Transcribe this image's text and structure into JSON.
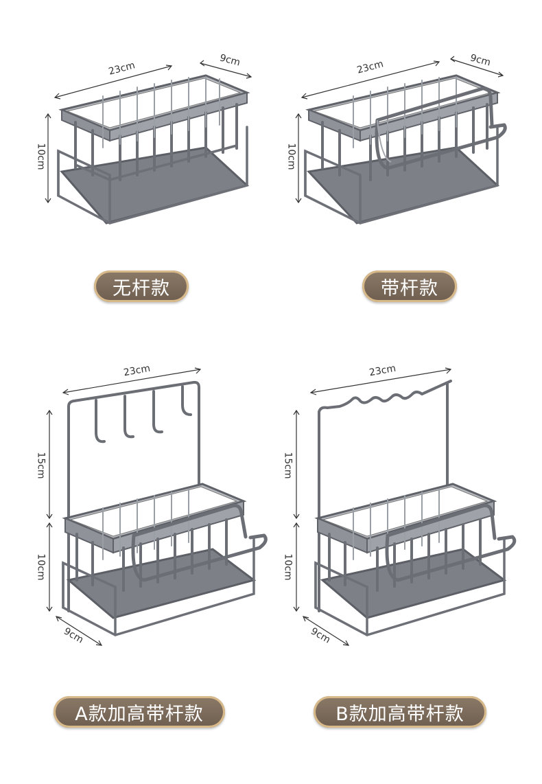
{
  "products": [
    {
      "label": "无杆款",
      "width": "23cm",
      "depth": "9cm",
      "height": "10cm"
    },
    {
      "label": "带杆款",
      "width": "23cm",
      "depth": "9cm",
      "height": "10cm"
    },
    {
      "label": "A款加高带杆款",
      "width": "23cm",
      "depth": "9cm",
      "upper_height": "15cm",
      "lower_height": "10cm"
    },
    {
      "label": "B款加高带杆款",
      "width": "23cm",
      "depth": "9cm",
      "upper_height": "15cm",
      "lower_height": "10cm"
    }
  ]
}
